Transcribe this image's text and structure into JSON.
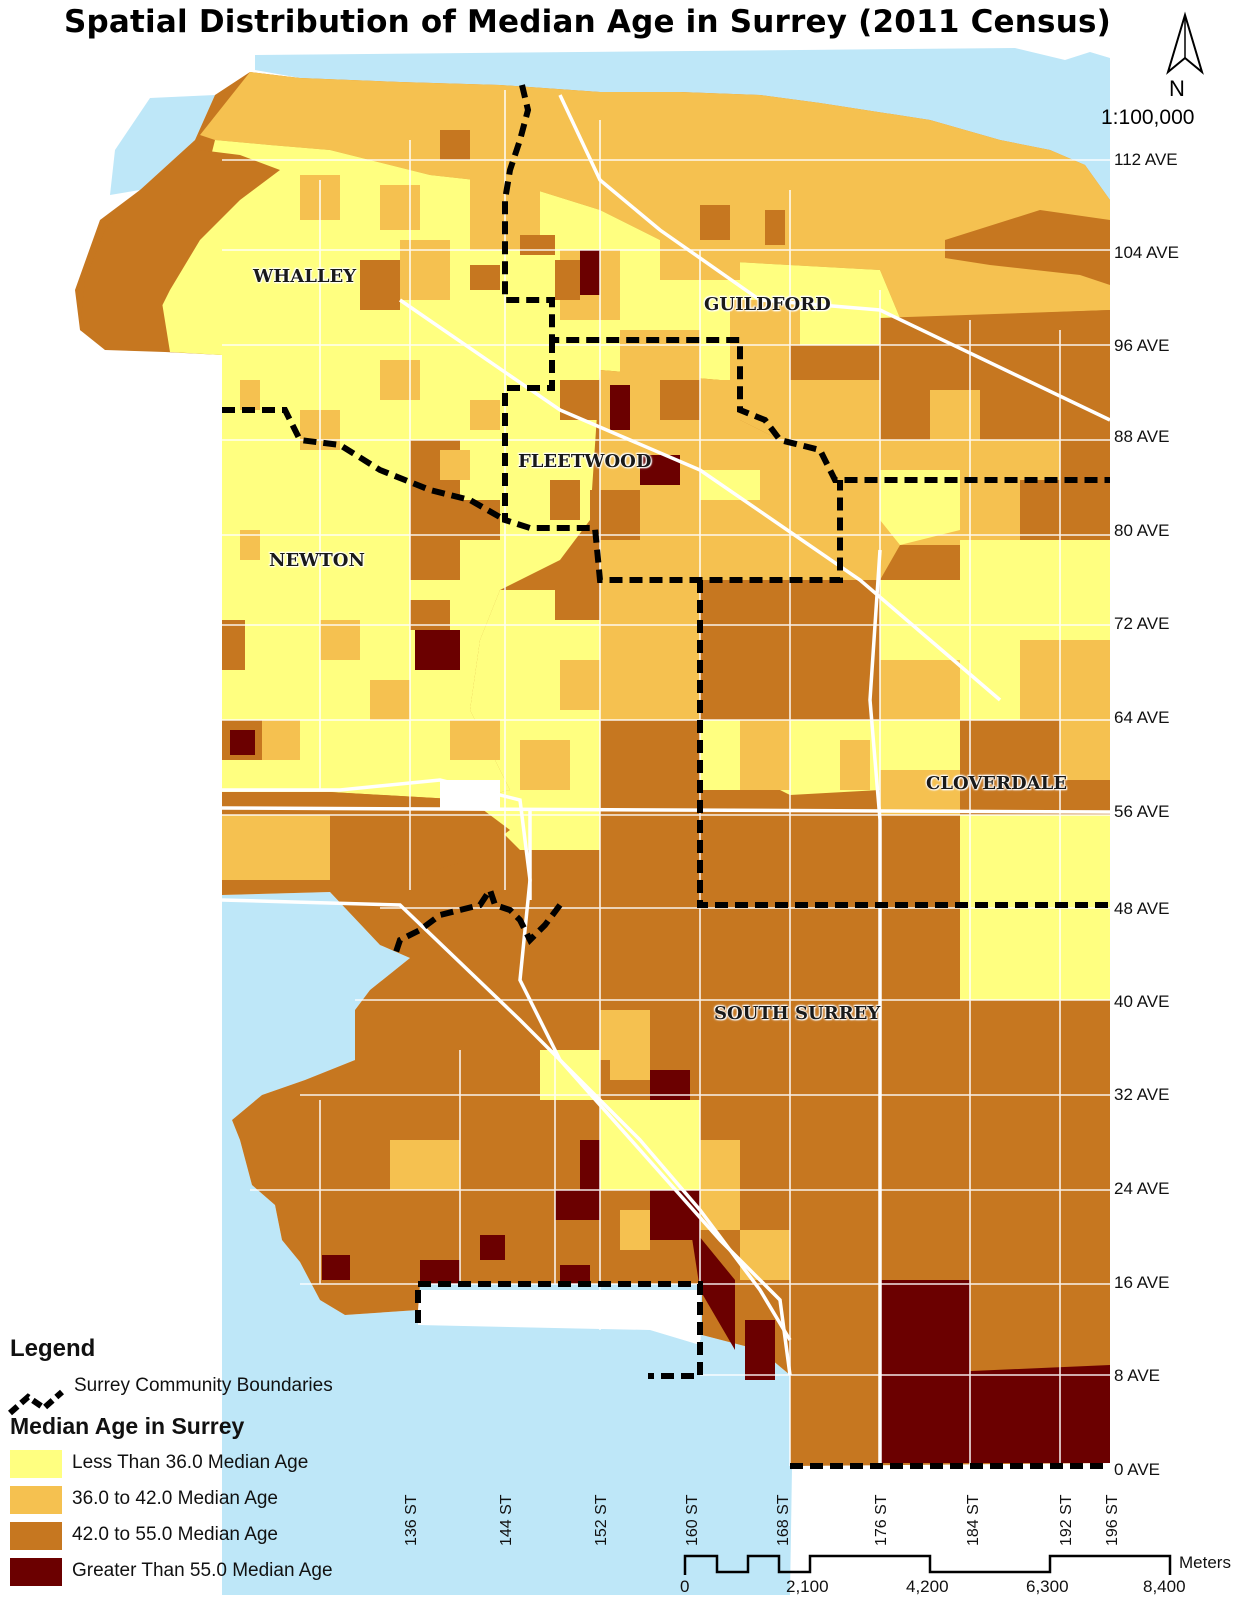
{
  "title": "Spatial Distribution of Median Age in Surrey (2011 Census)",
  "north_arrow": {
    "letter": "N",
    "icon": "north-arrow-icon"
  },
  "scale_ratio": "1:100,000",
  "avenues": [
    "112 AVE",
    "104 AVE",
    "96 AVE",
    "88 AVE",
    "80 AVE",
    "72 AVE",
    "64 AVE",
    "56 AVE",
    "48 AVE",
    "40 AVE",
    "32 AVE",
    "24 AVE",
    "16 AVE",
    "8 AVE",
    "0 AVE"
  ],
  "streets": [
    "136 ST",
    "144 ST",
    "152 ST",
    "160 ST",
    "168 ST",
    "176 ST",
    "184 ST",
    "192 ST",
    "196 ST"
  ],
  "communities": [
    "WHALLEY",
    "GUILDFORD",
    "FLEETWOOD",
    "NEWTON",
    "CLOVERDALE",
    "SOUTH SURREY"
  ],
  "legend": {
    "title": "Legend",
    "boundary_label": "Surrey Community Boundaries",
    "subtitle": "Median Age in Surrey",
    "classes": [
      {
        "label": "Less Than 36.0 Median Age",
        "color": "#ffff80"
      },
      {
        "label": "36.0 to 42.0 Median Age",
        "color": "#f5c150"
      },
      {
        "label": "42.0 to 55.0 Median Age",
        "color": "#c67720"
      },
      {
        "label": "Greater Than 55.0 Median Age",
        "color": "#6b0000"
      }
    ]
  },
  "colors": {
    "water": "#bee7f8",
    "roads": "#ffffff",
    "boundary": "#000000"
  },
  "scale_bar": {
    "unit": "Meters",
    "ticks": [
      "0",
      "2,100",
      "4,200",
      "6,300",
      "8,400"
    ]
  }
}
